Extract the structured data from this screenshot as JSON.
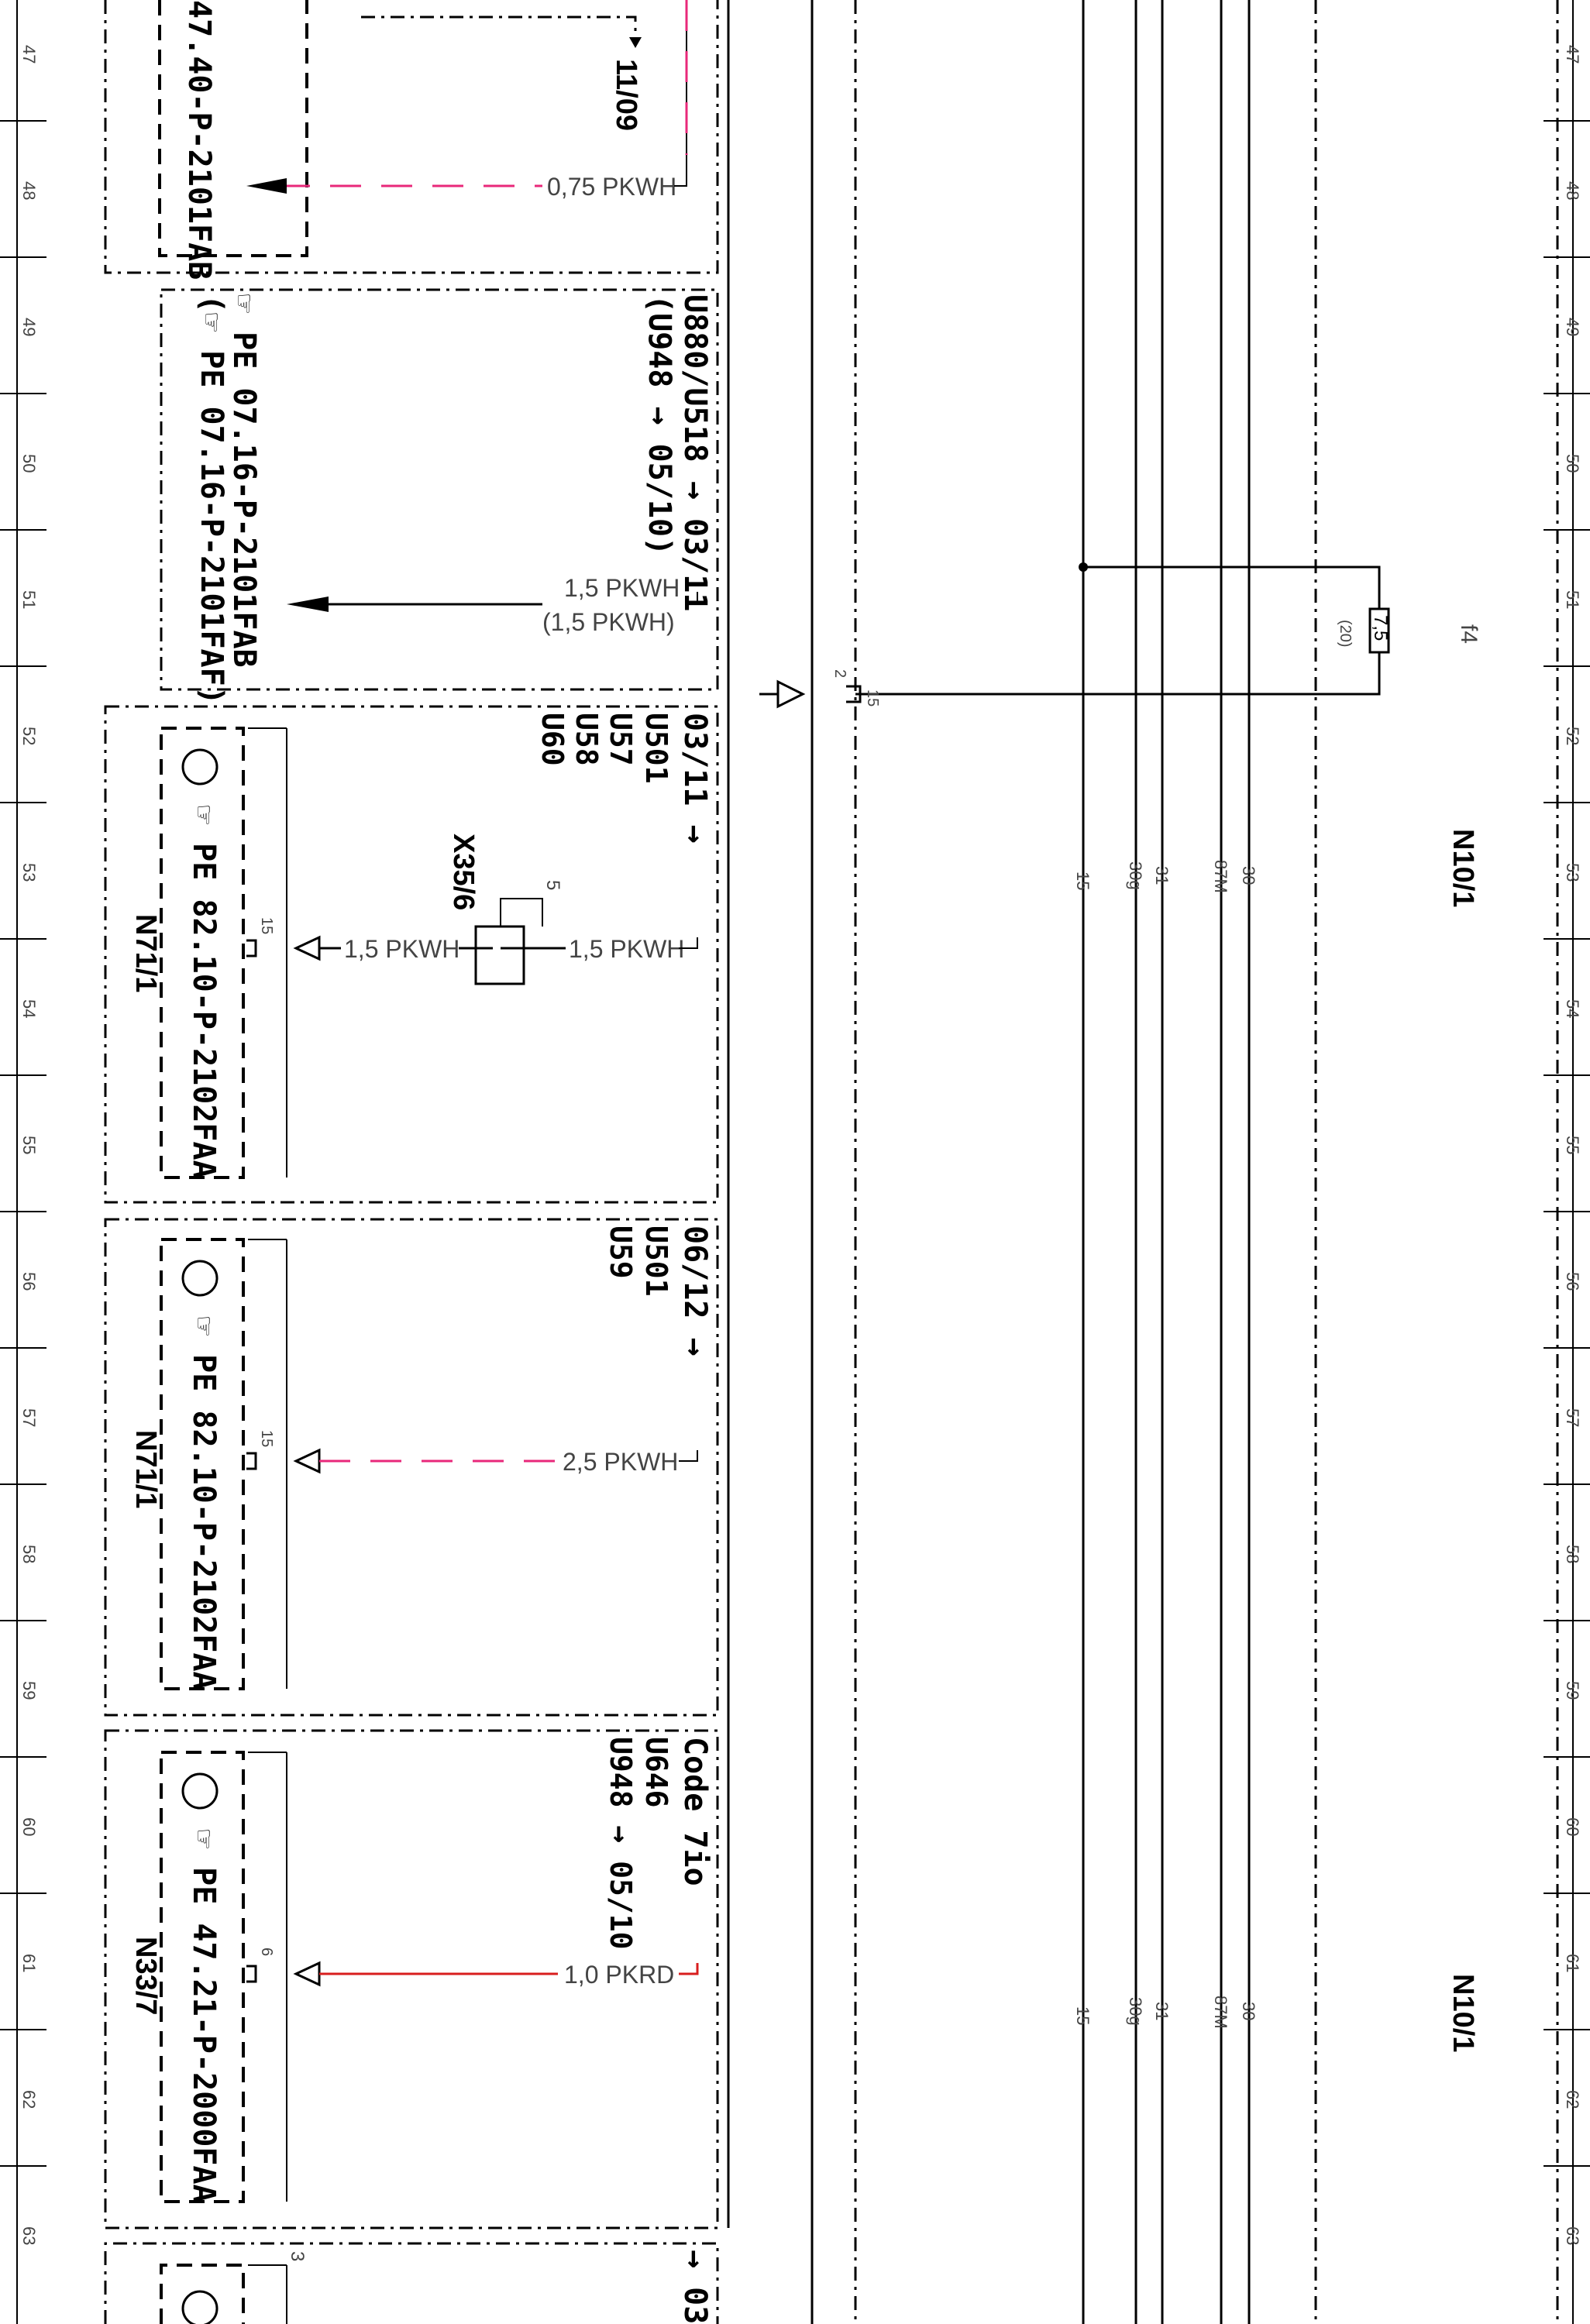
{
  "grid": {
    "rows": [
      "47",
      "48",
      "49",
      "50",
      "51",
      "52",
      "53",
      "54",
      "55",
      "56",
      "57",
      "58",
      "59",
      "60",
      "61",
      "62",
      "63"
    ]
  },
  "top_block": {
    "ref": "47.40-P-2101FAB",
    "wire": "0,75 PKWH",
    "arrow_ref": "11/09"
  },
  "block_u880": {
    "codes": "U880/U518 → 03/11",
    "codes2": "(U948 → 05/10)",
    "ref1": "☞ PE 07.16-P-2101FAB",
    "ref2": "(☞ PE 07.16-P-2101FAF)",
    "wire": "1,5 PKWH",
    "wire2": "(1,5 PKWH)"
  },
  "bus_pin": {
    "pin2": "2",
    "pin15": "15"
  },
  "fuse": {
    "name": "f4",
    "value": "7,5",
    "amp": "(20)"
  },
  "module": {
    "name_upper": "N10/1",
    "name_lower": "N10/1"
  },
  "rails": {
    "r15": "15",
    "r30g": "30g",
    "r31": "31",
    "r87m": "87M",
    "r30": "30"
  },
  "block_n71_1": {
    "codes_arrow": "03/11 →",
    "codes": [
      "U501",
      "U57",
      "U58",
      "U60"
    ],
    "ref": "☞ PE 82.10-P-2102FAA",
    "device": "N71/1",
    "pin": "15",
    "wire_a": "1,5 PKWH",
    "wire_b": "1,5 PKWH",
    "switch": "X35/6",
    "switch_pin": "5"
  },
  "block_n71_1b": {
    "codes_arrow": "06/12 →",
    "codes": [
      "U501",
      "U59"
    ],
    "ref": "☞ PE 82.10-P-2102FAA",
    "device": "N71/1",
    "pin": "15",
    "wire": "2,5 PKWH"
  },
  "block_n33_7": {
    "codes_title": "Code 7io",
    "codes": [
      "U646",
      "U948 → 05/10"
    ],
    "ref": "☞ PE 47.21-P-2000FAA",
    "device": "N33/7",
    "pin": "6",
    "wire": "1,0 PKRD"
  },
  "bottom_block": {
    "arrow_ref": "→ 03",
    "pin": "3"
  }
}
